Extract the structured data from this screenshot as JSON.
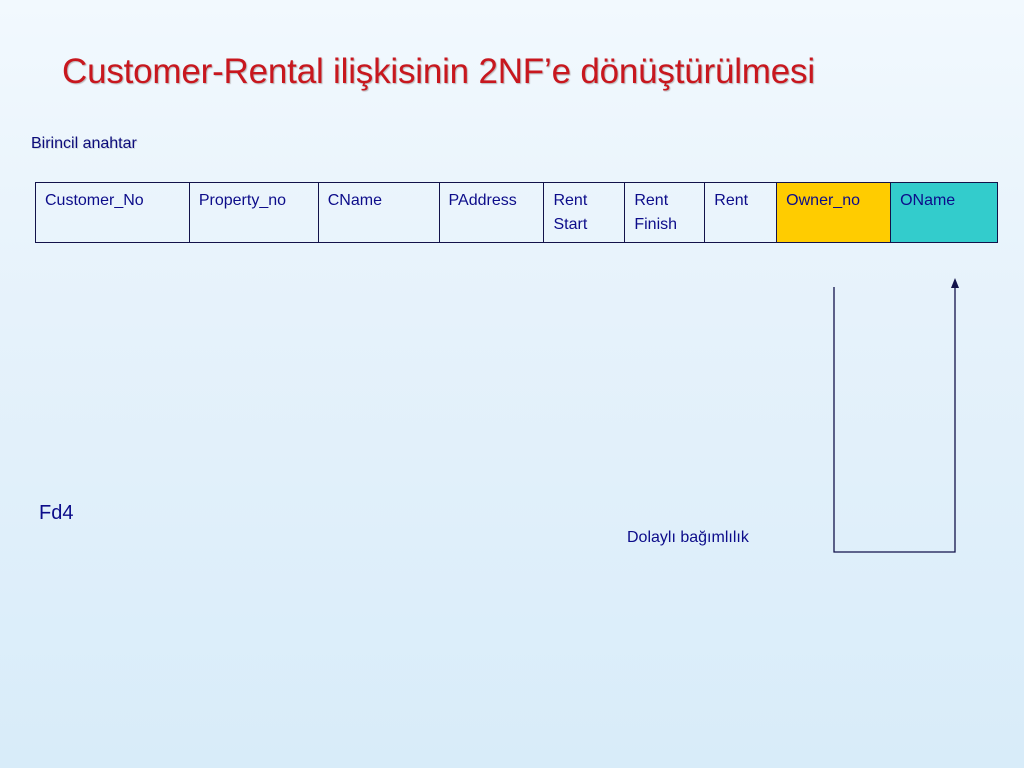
{
  "slide": {
    "title": "Customer-Rental ilişkisinin 2NF’e dönüştürülmesi",
    "subtitle": "Birincil anahtar",
    "fd_label": "Fd4",
    "dependency_label": "Dolaylı bağımlılık"
  },
  "table": {
    "columns": [
      {
        "line1": "Customer_No",
        "line2": "",
        "highlight": ""
      },
      {
        "line1": "Property_no",
        "line2": "",
        "highlight": ""
      },
      {
        "line1": "CName",
        "line2": "",
        "highlight": ""
      },
      {
        "line1": "PAddress",
        "line2": "",
        "highlight": ""
      },
      {
        "line1": "Rent",
        "line2": "Start",
        "highlight": ""
      },
      {
        "line1": "Rent",
        "line2": "Finish",
        "highlight": ""
      },
      {
        "line1": "Rent",
        "line2": "",
        "highlight": ""
      },
      {
        "line1": "Owner_no",
        "line2": "",
        "highlight": "#ffcc00"
      },
      {
        "line1": "OName",
        "line2": "",
        "highlight": "#33cccc"
      }
    ]
  },
  "colors": {
    "title": "#c8171e",
    "text": "#0c0c8a",
    "owner_no_fill": "#ffcc00",
    "oname_fill": "#33cccc",
    "arrow": "#12124a"
  }
}
